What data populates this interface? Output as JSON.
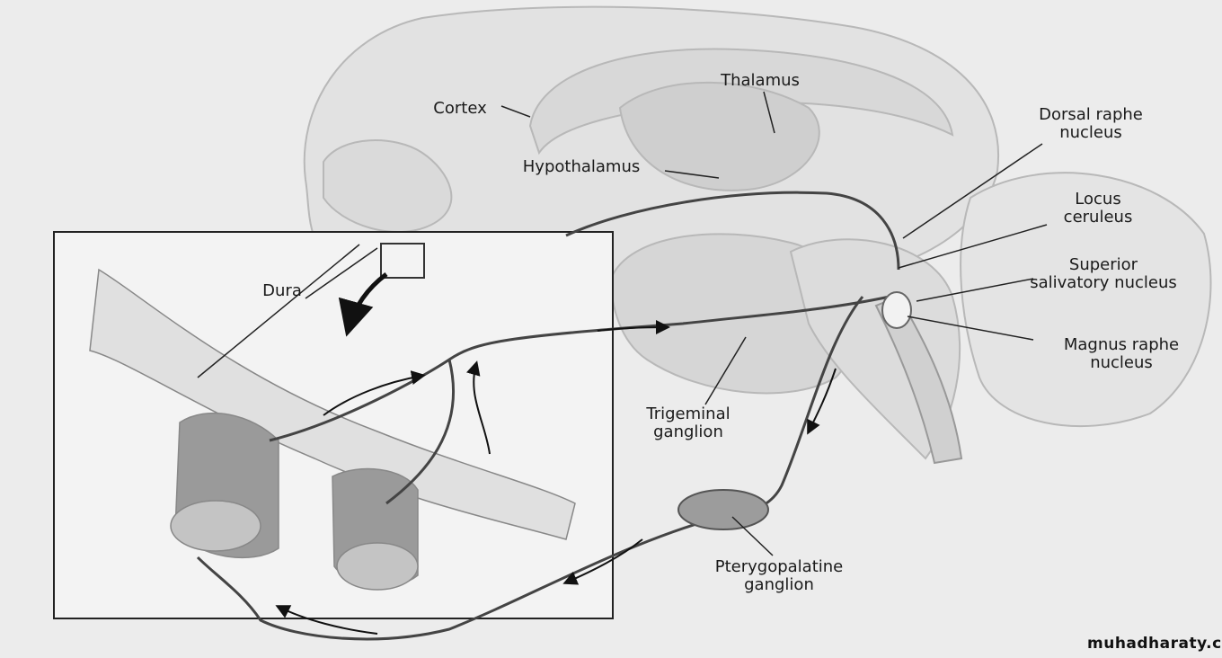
{
  "diagram": {
    "labels": {
      "thalamus": "Thalamus",
      "cortex": "Cortex",
      "dorsal_raphe_1": "Dorsal raphe",
      "dorsal_raphe_2": "nucleus",
      "hypothalamus": "Hypothalamus",
      "locus_1": "Locus",
      "locus_2": "ceruleus",
      "superior_1": "Superior",
      "superior_2": "salivatory nucleus",
      "dura": "Dura",
      "magnus_1": "Magnus raphe",
      "magnus_2": "nucleus",
      "trigeminal_1": "Trigeminal",
      "trigeminal_2": "ganglion",
      "ptery_1": "Pterygopalatine",
      "ptery_2": "ganglion"
    },
    "watermark": "muhadharaty.com"
  }
}
